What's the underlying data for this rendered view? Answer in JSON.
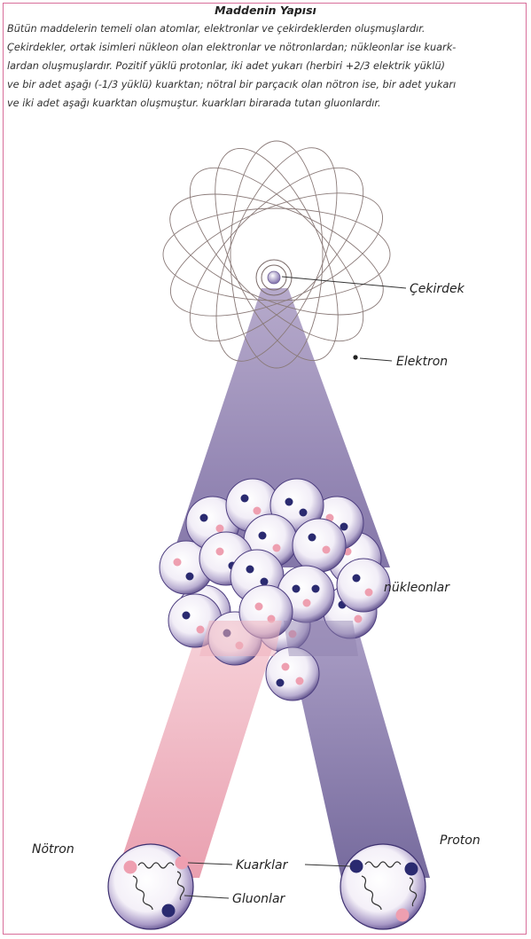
{
  "header": {
    "title": "Maddenin Yapısı",
    "paragraph_lines": [
      "Bütün maddelerin temeli olan atomlar, elektronlar ve çekirdeklerden oluşmuşlardır.",
      "Çekirdekler, ortak isimleri nükleon olan elektronlar ve nötronlardan; nükleonlar ise kuark-",
      "lardan oluşmuşlardır. Pozitif yüklü protonlar, iki adet yukarı (herbiri +2/3 elektrik yüklü)",
      "ve bir adet aşağı (-1/3 yüklü) kuarktan; nötral bir parçacık olan nötron ise, bir adet yukarı",
      "ve iki adet aşağı kuarktan oluşmuştur. kuarkları birarada tutan gluonlardır."
    ]
  },
  "labels": {
    "nucleus": "Çekirdek",
    "electron": "Elektron",
    "nucleons": "nükleonlar",
    "neutron": "Nötron",
    "proton": "Proton",
    "quarks": "Kuarklar",
    "gluons": "Gluonlar"
  },
  "colors": {
    "frame": "#d86e9a",
    "purple_beam": "#8e80ad",
    "pink_beam": "#efb5bf",
    "up_quark": "#ee9fb0",
    "down_quark": "#2a2a70",
    "orbit": "#8a7a78"
  }
}
